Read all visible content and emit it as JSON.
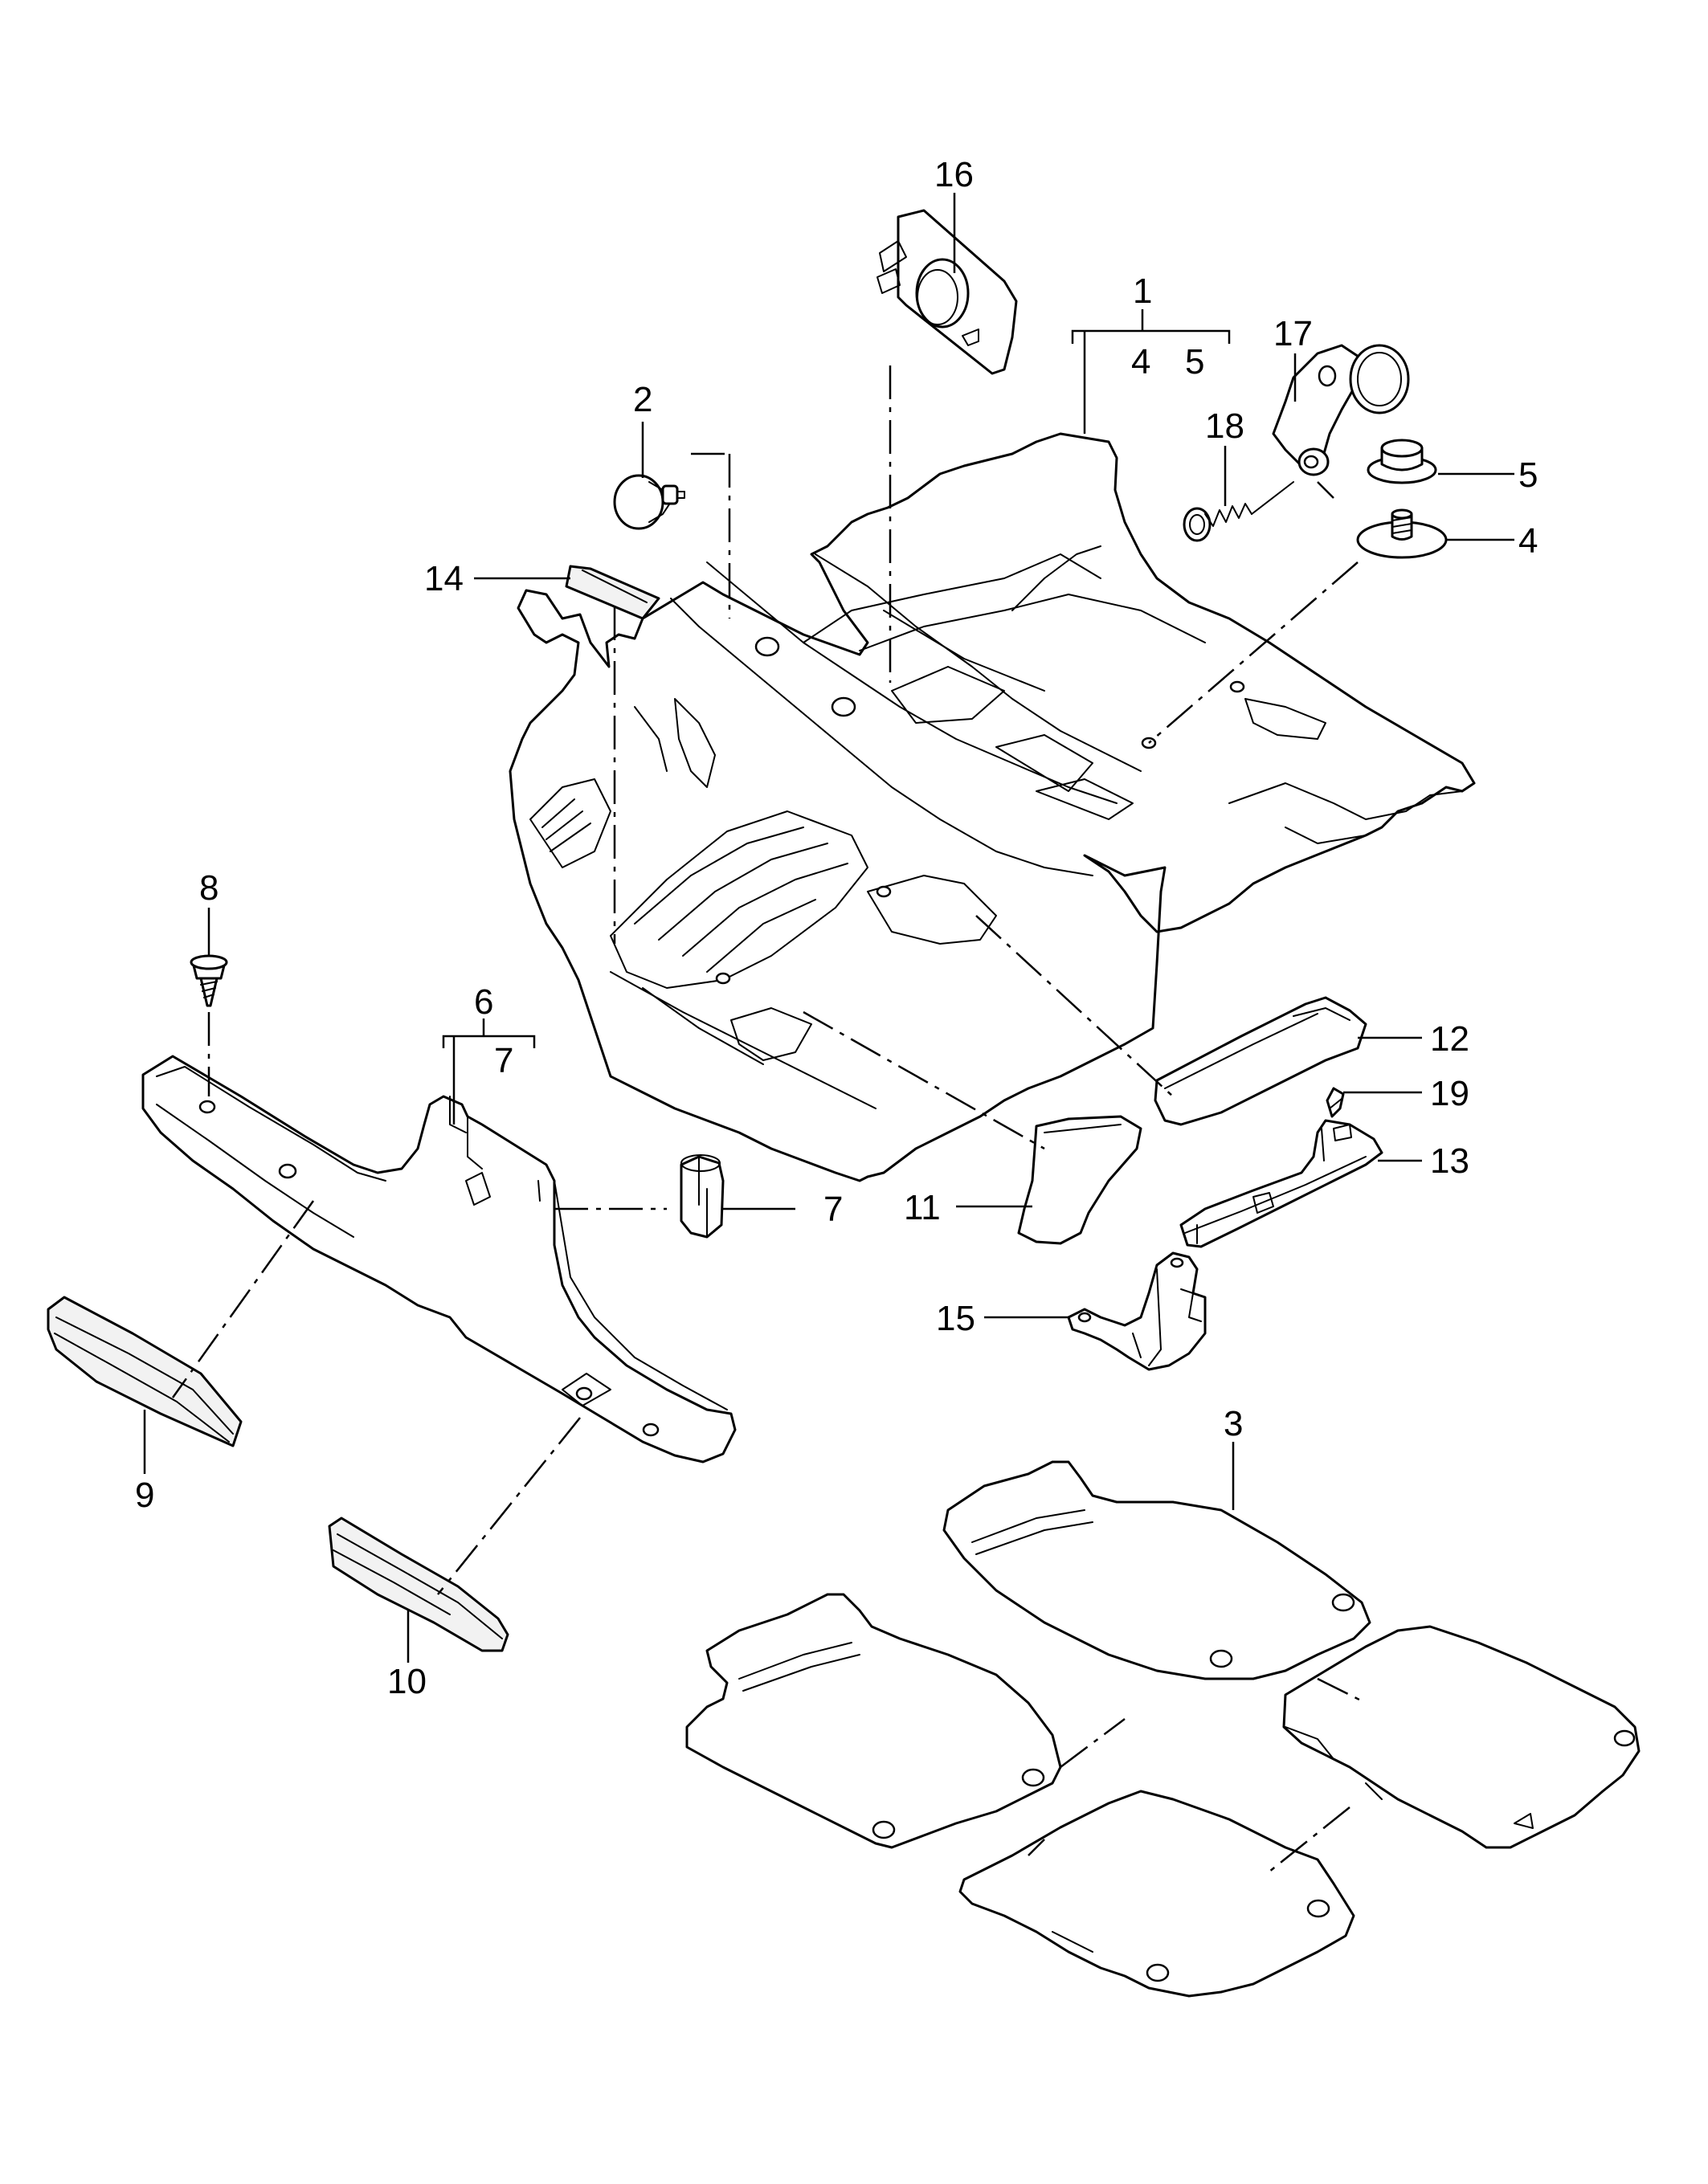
{
  "callouts": {
    "c1": "1",
    "c1_sub_a": "4",
    "c1_sub_b": "5",
    "c2": "2",
    "c3": "3",
    "c4": "4",
    "c5": "5",
    "c6": "6",
    "c6_sub": "7",
    "c7": "7",
    "c8": "8",
    "c9": "9",
    "c10": "10",
    "c11": "11",
    "c12": "12",
    "c13": "13",
    "c14": "14",
    "c15": "15",
    "c16": "16",
    "c17": "17",
    "c18": "18",
    "c19": "19"
  },
  "colors": {
    "line": "#000000",
    "background": "#ffffff"
  }
}
